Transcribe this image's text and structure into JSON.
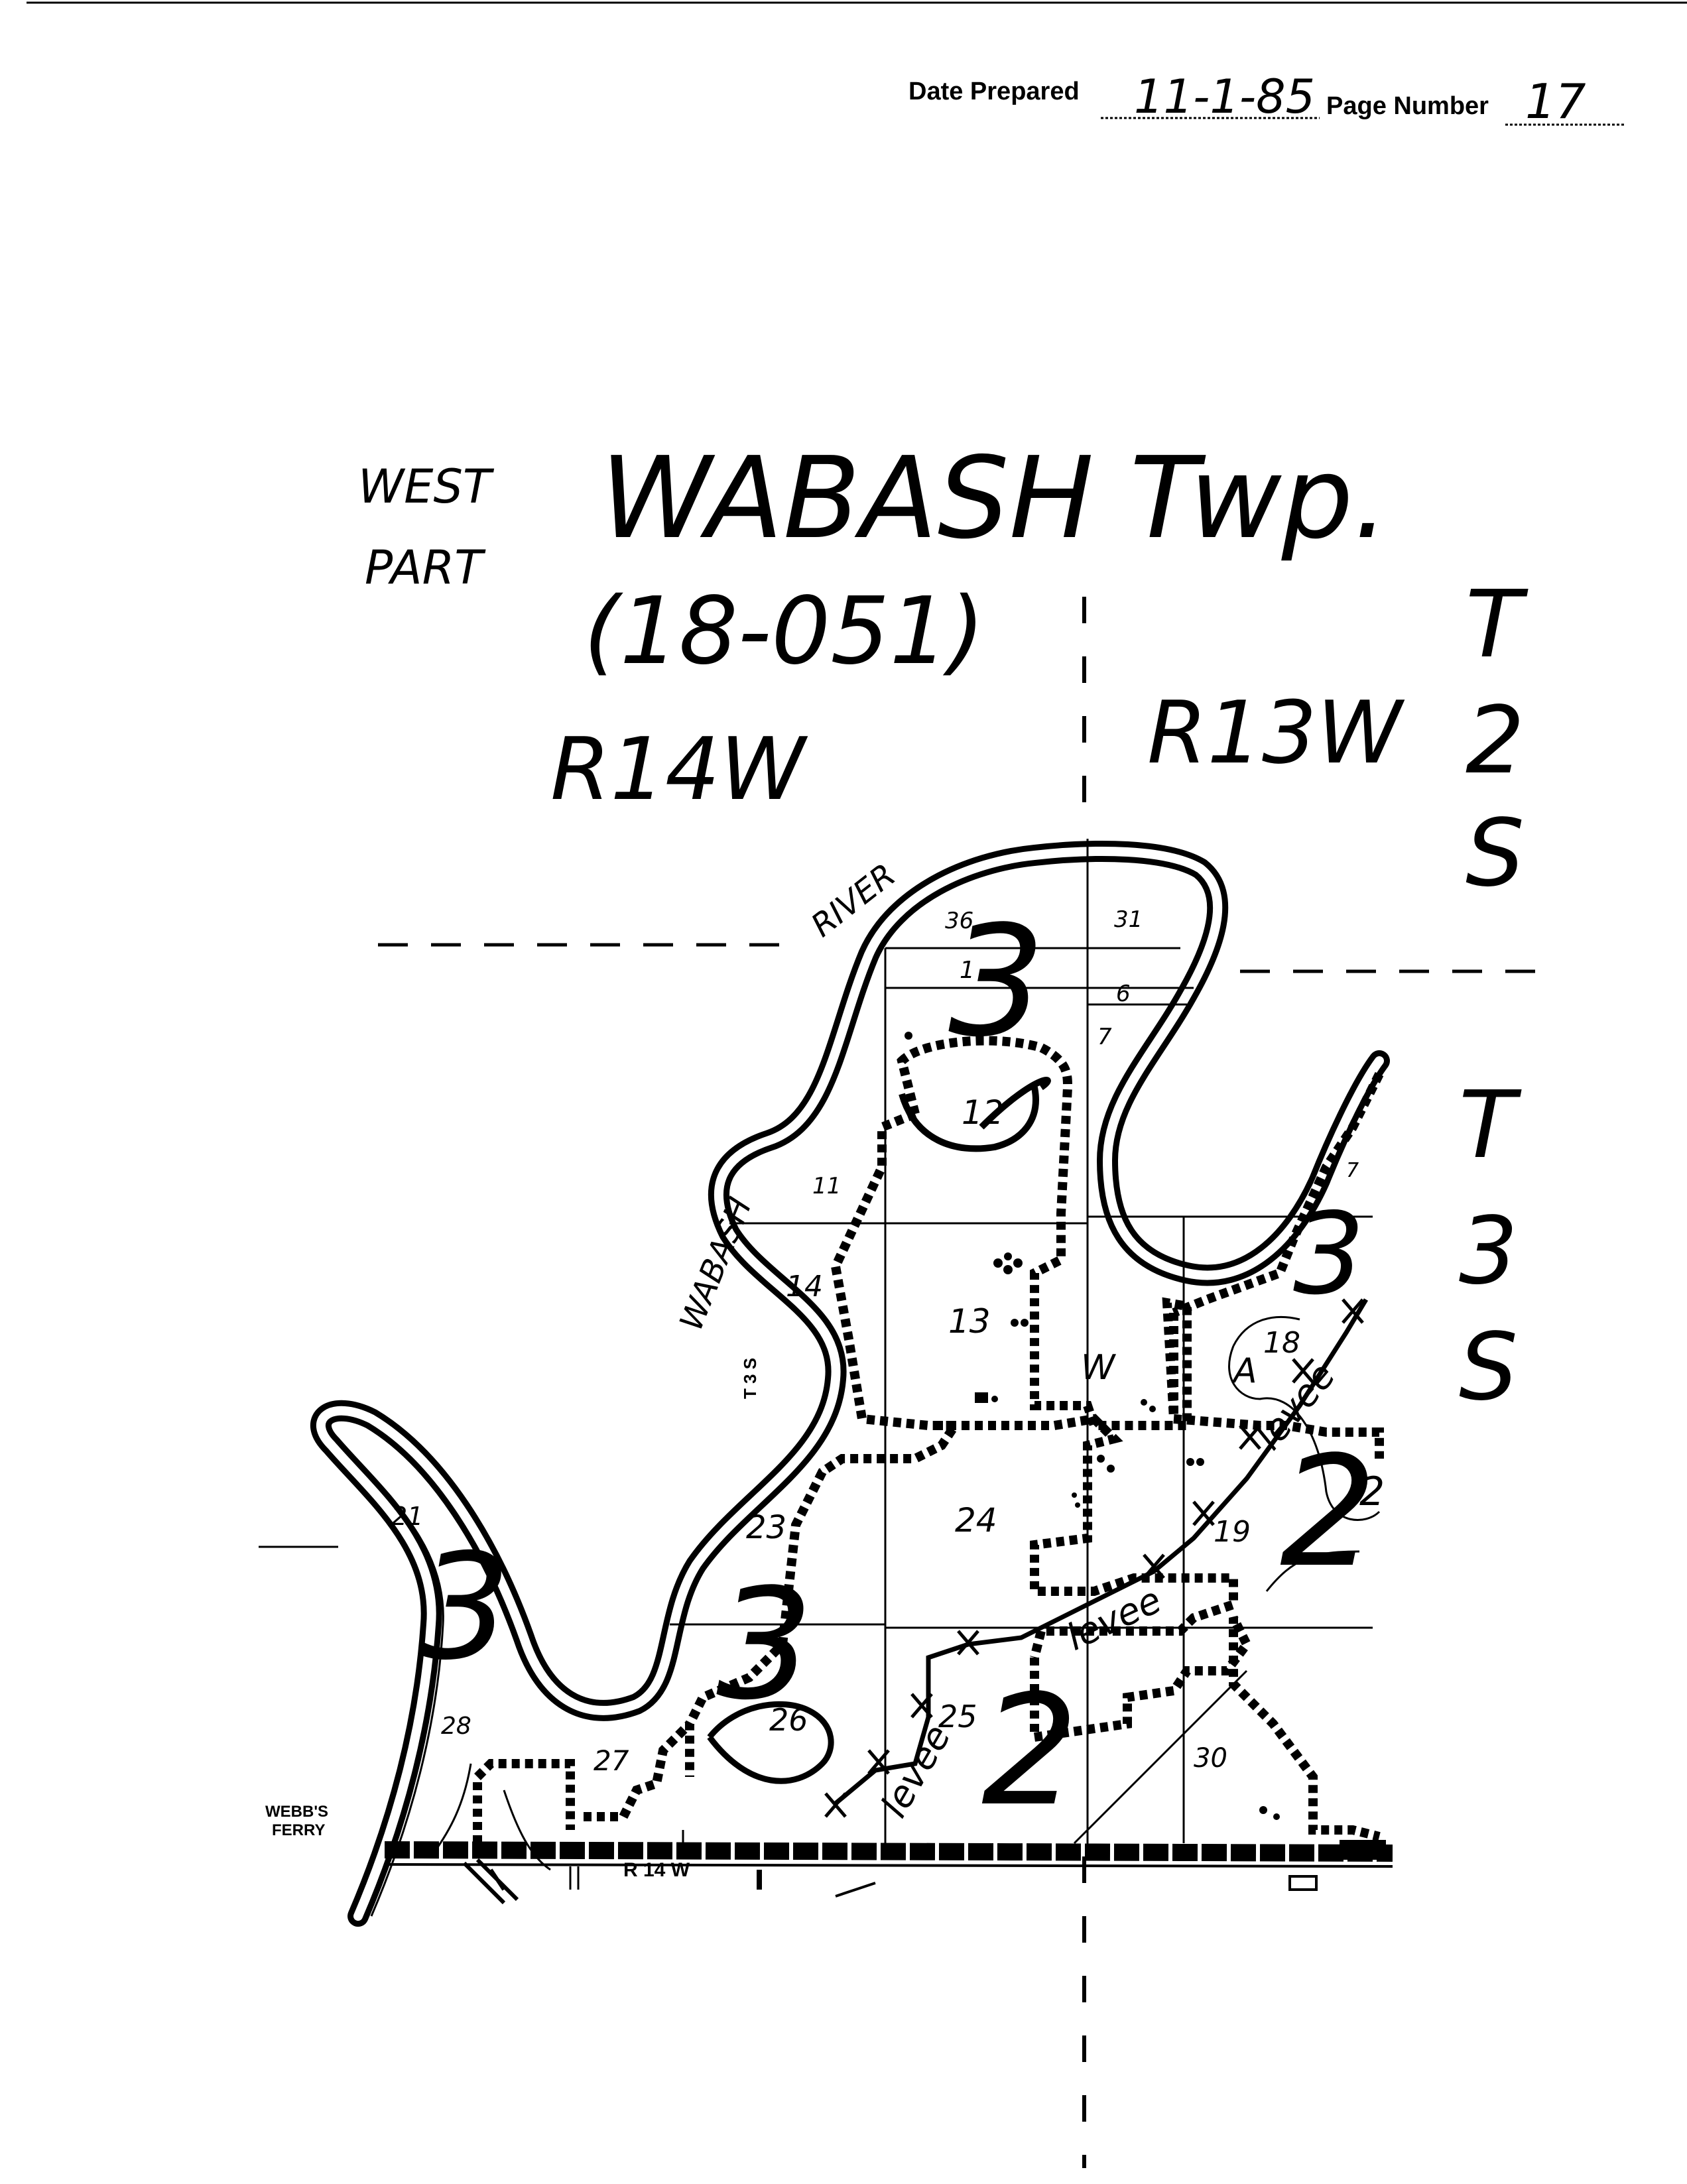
{
  "header": {
    "date_prepared_label": "Date Prepared",
    "date_prepared_value": "11-1-85",
    "page_number_label": "Page Number",
    "page_number_value": "17"
  },
  "title": {
    "part": [
      "WEST",
      "PART"
    ],
    "township": "WABASH Twp.",
    "code": "(18-051)"
  },
  "ranges": {
    "left": "R14W",
    "right": "R13W"
  },
  "townships_vertical": {
    "t2s": [
      "T",
      "2",
      "S"
    ],
    "t3s": [
      "T",
      "3",
      "S"
    ]
  },
  "river": {
    "name_a": "RIVER",
    "name_b": "WABASH"
  },
  "sections": [
    "36",
    "31",
    "1",
    "6",
    "7",
    "12",
    "11",
    "14",
    "13",
    "18",
    "7",
    "21",
    "23",
    "24",
    "19",
    "26",
    "25",
    "30",
    "27",
    "28",
    "W",
    "A"
  ],
  "zone_codes": [
    "3",
    "3",
    "3",
    "3",
    "2",
    "2",
    "2"
  ],
  "levee_label": "levee",
  "small_labels": {
    "t3s_side": "T 3 S",
    "r14w_bottom": "R 14 W",
    "webbs_ferry": [
      "WEBB'S",
      "FERRY"
    ]
  },
  "colors": {
    "ink": "#000000",
    "paper": "#ffffff"
  }
}
